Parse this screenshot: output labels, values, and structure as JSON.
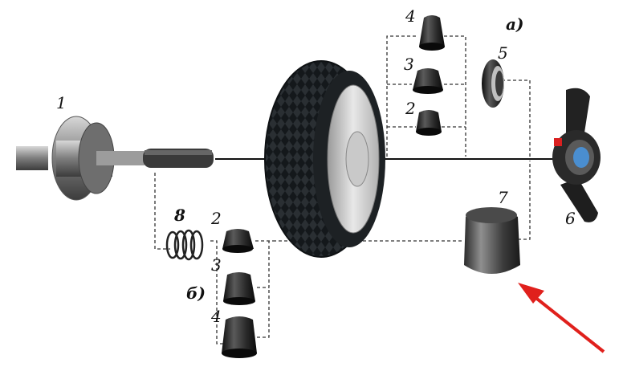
{
  "labels": {
    "shaft": "1",
    "cone_small_top": "2",
    "cone_mid_top": "3",
    "cone_large_top": "4",
    "cone_small_bottom": "2",
    "cone_mid_bottom": "3",
    "cone_large_bottom": "4",
    "ring": "5",
    "wing_nut": "6",
    "cup": "7",
    "spring": "8",
    "variant_a": "а)",
    "variant_b": "б)"
  },
  "colors": {
    "line": "#111111",
    "dashed": "#333333",
    "rubber": "#1c1c1c",
    "metal": "#8a8a8a",
    "arrow": "#e0201c"
  }
}
